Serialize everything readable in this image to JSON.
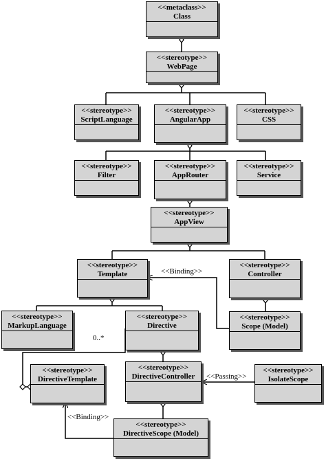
{
  "classes": {
    "cls_class": {
      "stereotype": "<<metaclass>>",
      "name": "Class"
    },
    "webpage": {
      "stereotype": "<<stereotype>>",
      "name": "WebPage"
    },
    "scriptlanguage": {
      "stereotype": "<<stereotype>>",
      "name": "ScriptLanguage"
    },
    "angularapp": {
      "stereotype": "<<stereotype>>",
      "name": "AngularApp"
    },
    "css": {
      "stereotype": "<<stereotype>>",
      "name": "CSS"
    },
    "filter": {
      "stereotype": "<<stereotype>>",
      "name": "Filter"
    },
    "approuter": {
      "stereotype": "<<stereotype>>",
      "name": "AppRouter"
    },
    "service": {
      "stereotype": "<<stereotype>>",
      "name": "Service"
    },
    "appview": {
      "stereotype": "<<stereotype>>",
      "name": "AppView"
    },
    "template": {
      "stereotype": "<<stereotype>>",
      "name": "Template"
    },
    "controller": {
      "stereotype": "<<stereotype>>",
      "name": "Controller"
    },
    "markuplanguage": {
      "stereotype": "<<stereotype>>",
      "name": "MarkupLanguage"
    },
    "directive": {
      "stereotype": "<<stereotype>>",
      "name": "Directive"
    },
    "scope": {
      "stereotype": "<<stereotype>>",
      "name": "Scope (Model)"
    },
    "directivetemplate": {
      "stereotype": "<<stereotype>>",
      "name": "DirectiveTemplate"
    },
    "directivecontroller": {
      "stereotype": "<<stereotype>>",
      "name": "DirectiveController"
    },
    "isolatescope": {
      "stereotype": "<<stereotype>>",
      "name": "IsolateScope"
    },
    "directivescope": {
      "stereotype": "<<stereotype>>",
      "name": "DirectiveScope (Model)"
    }
  },
  "labels": {
    "binding_top": "<<Binding>>",
    "multiplicity": "0..*",
    "passing": "<<Passing>>",
    "binding_bottom": "<<Binding>>"
  }
}
